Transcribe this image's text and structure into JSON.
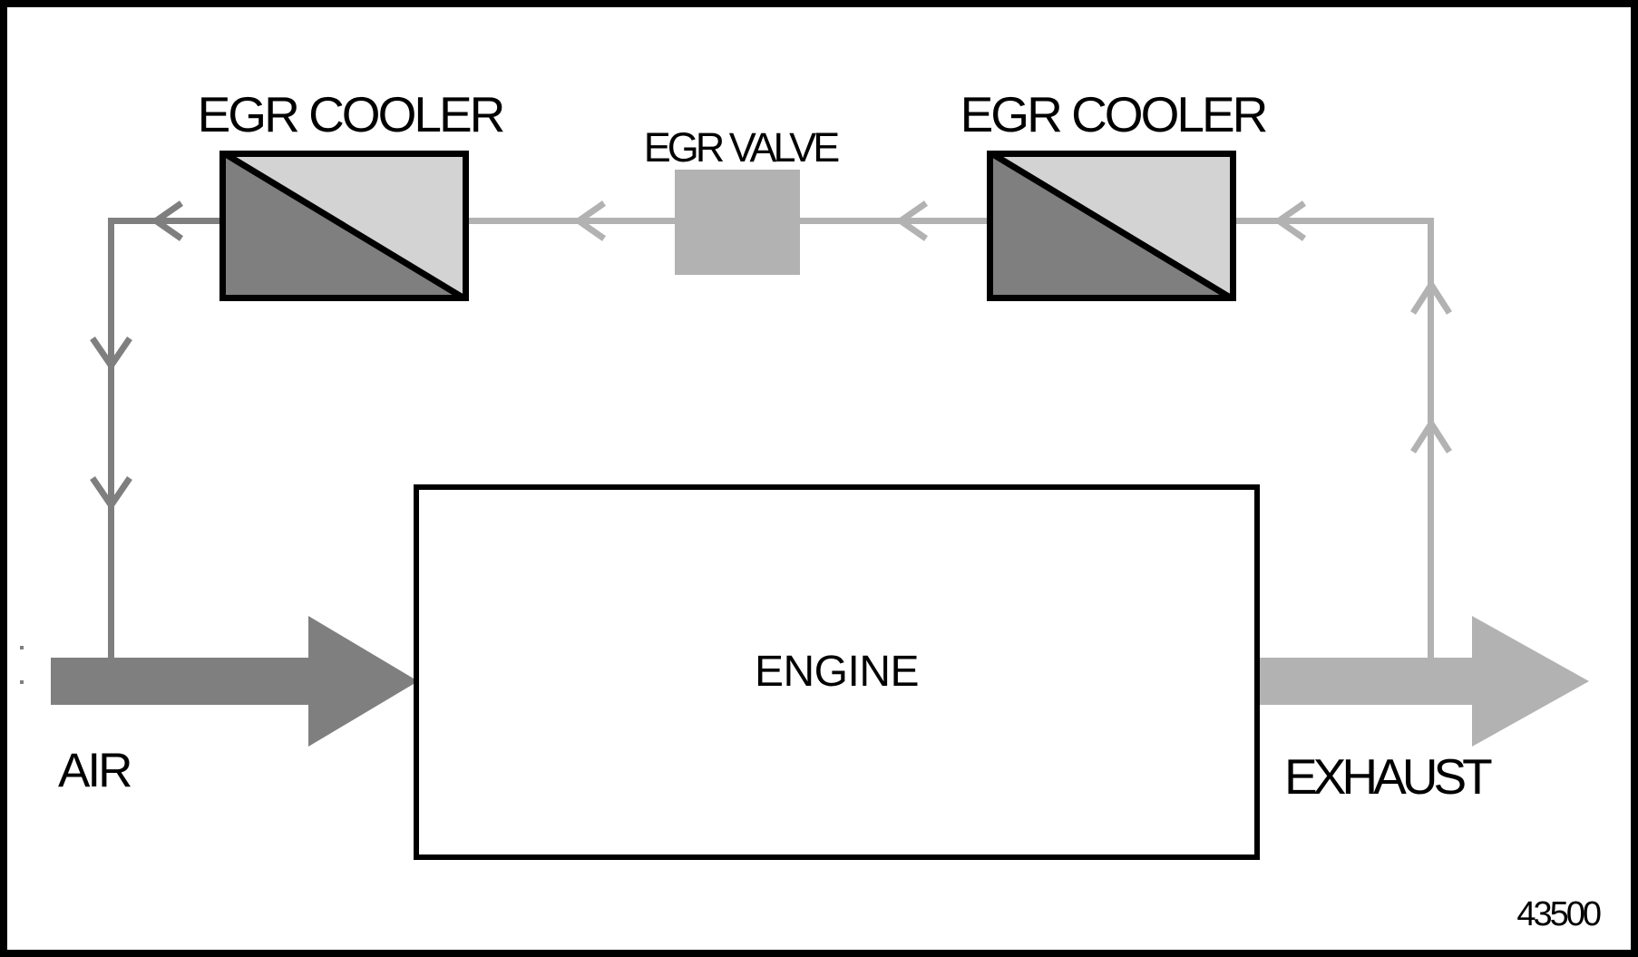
{
  "figure_number": "43500",
  "nodes": {
    "egr_cooler_left": {
      "label": "EGR COOLER"
    },
    "egr_valve": {
      "label": "EGR VALVE"
    },
    "egr_cooler_right": {
      "label": "EGR COOLER"
    },
    "engine": {
      "label": "ENGINE"
    }
  },
  "streams": {
    "air": {
      "label": "AIR",
      "direction": "into engine, left to right"
    },
    "exhaust": {
      "label": "EXHAUST",
      "direction": "out of engine, to the right"
    },
    "egr_loop": {
      "direction": "up from exhaust, right to left across top through cooler, valve, cooler, then down into intake"
    }
  },
  "colors": {
    "dark_gray": "#7f7f7f",
    "mid_gray": "#b2b2b2",
    "light_gray": "#d3d3d3",
    "outline_black": "#000000",
    "background": "#ffffff"
  }
}
